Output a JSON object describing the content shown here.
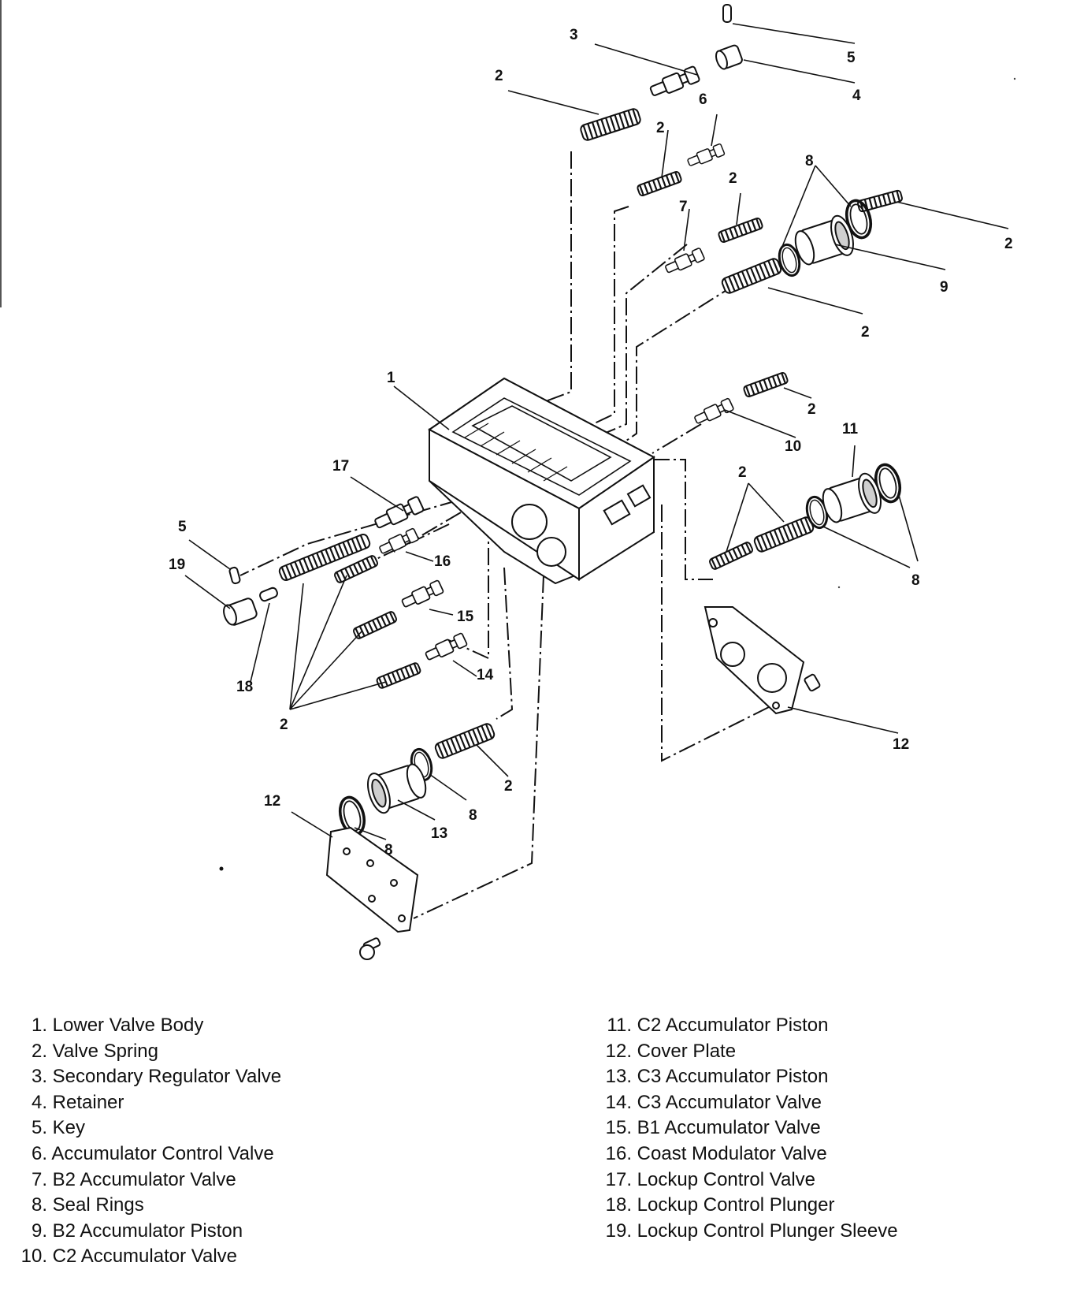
{
  "callouts": {
    "c1": "1",
    "c2a": "2",
    "c2b": "2",
    "c2c": "2",
    "c2d": "2",
    "c2e": "2",
    "c2f": "2",
    "c2g": "2",
    "c2h": "2",
    "c2i": "2",
    "c3": "3",
    "c4": "4",
    "c5a": "5",
    "c5b": "5",
    "c6": "6",
    "c7": "7",
    "c8a": "8",
    "c8b": "8",
    "c8c": "8",
    "c8d": "8",
    "c9": "9",
    "c10": "10",
    "c11": "11",
    "c12a": "12",
    "c12b": "12",
    "c13": "13",
    "c14": "14",
    "c15": "15",
    "c16": "16",
    "c17": "17",
    "c18": "18",
    "c19": "19"
  },
  "legend": {
    "left": [
      {
        "num": "1.",
        "label": "Lower Valve Body"
      },
      {
        "num": "2.",
        "label": "Valve Spring"
      },
      {
        "num": "3.",
        "label": "Secondary Regulator Valve"
      },
      {
        "num": "4.",
        "label": "Retainer"
      },
      {
        "num": "5.",
        "label": "Key"
      },
      {
        "num": "6.",
        "label": "Accumulator Control Valve"
      },
      {
        "num": "7.",
        "label": "B2 Accumulator Valve"
      },
      {
        "num": "8.",
        "label": "Seal Rings"
      },
      {
        "num": "9.",
        "label": "B2 Accumulator Piston"
      },
      {
        "num": "10.",
        "label": "C2 Accumulator Valve"
      }
    ],
    "right": [
      {
        "num": "11.",
        "label": "C2 Accumulator Piston"
      },
      {
        "num": "12.",
        "label": "Cover Plate"
      },
      {
        "num": "13.",
        "label": "C3 Accumulator Piston"
      },
      {
        "num": "14.",
        "label": "C3 Accumulator Valve"
      },
      {
        "num": "15.",
        "label": "B1 Accumulator Valve"
      },
      {
        "num": "16.",
        "label": "Coast Modulator Valve"
      },
      {
        "num": "17.",
        "label": "Lockup Control Valve"
      },
      {
        "num": "18.",
        "label": "Lockup Control Plunger"
      },
      {
        "num": "19.",
        "label": "Lockup Control Plunger Sleeve"
      }
    ]
  }
}
